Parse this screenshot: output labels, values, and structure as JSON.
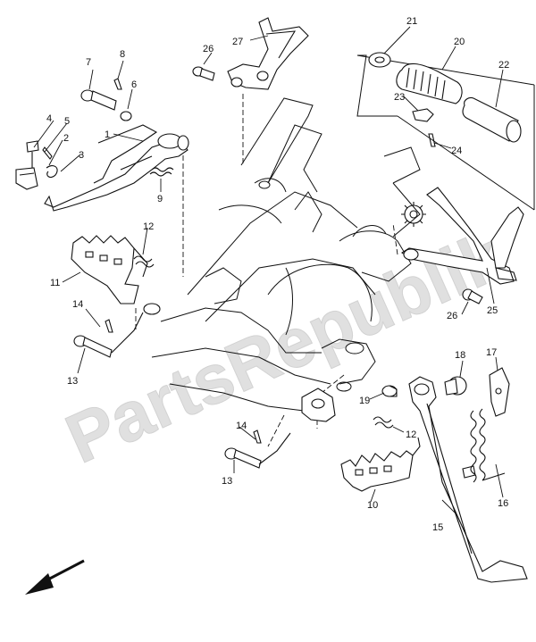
{
  "watermark": "PartsRepublik",
  "callouts": [
    {
      "id": "c1",
      "label": "1"
    },
    {
      "id": "c2",
      "label": "2"
    },
    {
      "id": "c3",
      "label": "3"
    },
    {
      "id": "c4",
      "label": "4"
    },
    {
      "id": "c5",
      "label": "5"
    },
    {
      "id": "c6",
      "label": "6"
    },
    {
      "id": "c7",
      "label": "7"
    },
    {
      "id": "c8",
      "label": "8"
    },
    {
      "id": "c9",
      "label": "9"
    },
    {
      "id": "c10",
      "label": "10"
    },
    {
      "id": "c11",
      "label": "11"
    },
    {
      "id": "c12a",
      "label": "12"
    },
    {
      "id": "c12b",
      "label": "12"
    },
    {
      "id": "c13a",
      "label": "13"
    },
    {
      "id": "c13b",
      "label": "13"
    },
    {
      "id": "c14a",
      "label": "14"
    },
    {
      "id": "c14b",
      "label": "14"
    },
    {
      "id": "c15",
      "label": "15"
    },
    {
      "id": "c16",
      "label": "16"
    },
    {
      "id": "c17",
      "label": "17"
    },
    {
      "id": "c18",
      "label": "18"
    },
    {
      "id": "c19",
      "label": "19"
    },
    {
      "id": "c20",
      "label": "20"
    },
    {
      "id": "c21",
      "label": "21"
    },
    {
      "id": "c22",
      "label": "22"
    },
    {
      "id": "c23",
      "label": "23"
    },
    {
      "id": "c24",
      "label": "24"
    },
    {
      "id": "c25",
      "label": "25"
    },
    {
      "id": "c26a",
      "label": "26"
    },
    {
      "id": "c26b",
      "label": "26"
    },
    {
      "id": "c27",
      "label": "27"
    }
  ],
  "direction_arrow": "front-arrow-icon"
}
